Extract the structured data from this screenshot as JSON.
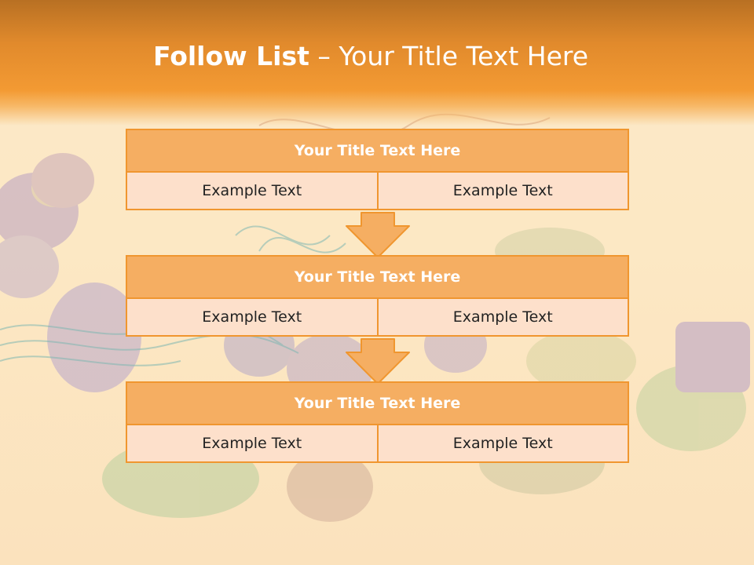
{
  "header": {
    "title_bold": "Follow List",
    "title_rest": " – Your Title Text Here"
  },
  "blocks": [
    {
      "title": "Your Title Text Here",
      "cells": [
        "Example Text",
        "Example Text"
      ]
    },
    {
      "title": "Your Title Text Here",
      "cells": [
        "Example Text",
        "Example Text"
      ]
    },
    {
      "title": "Your Title Text Here",
      "cells": [
        "Example Text",
        "Example Text"
      ]
    }
  ],
  "colors": {
    "accent": "#f0962f",
    "block_title_fill": "#f5ae62",
    "block_cell_fill": "#fde0cb",
    "header_top": "#b87023"
  }
}
